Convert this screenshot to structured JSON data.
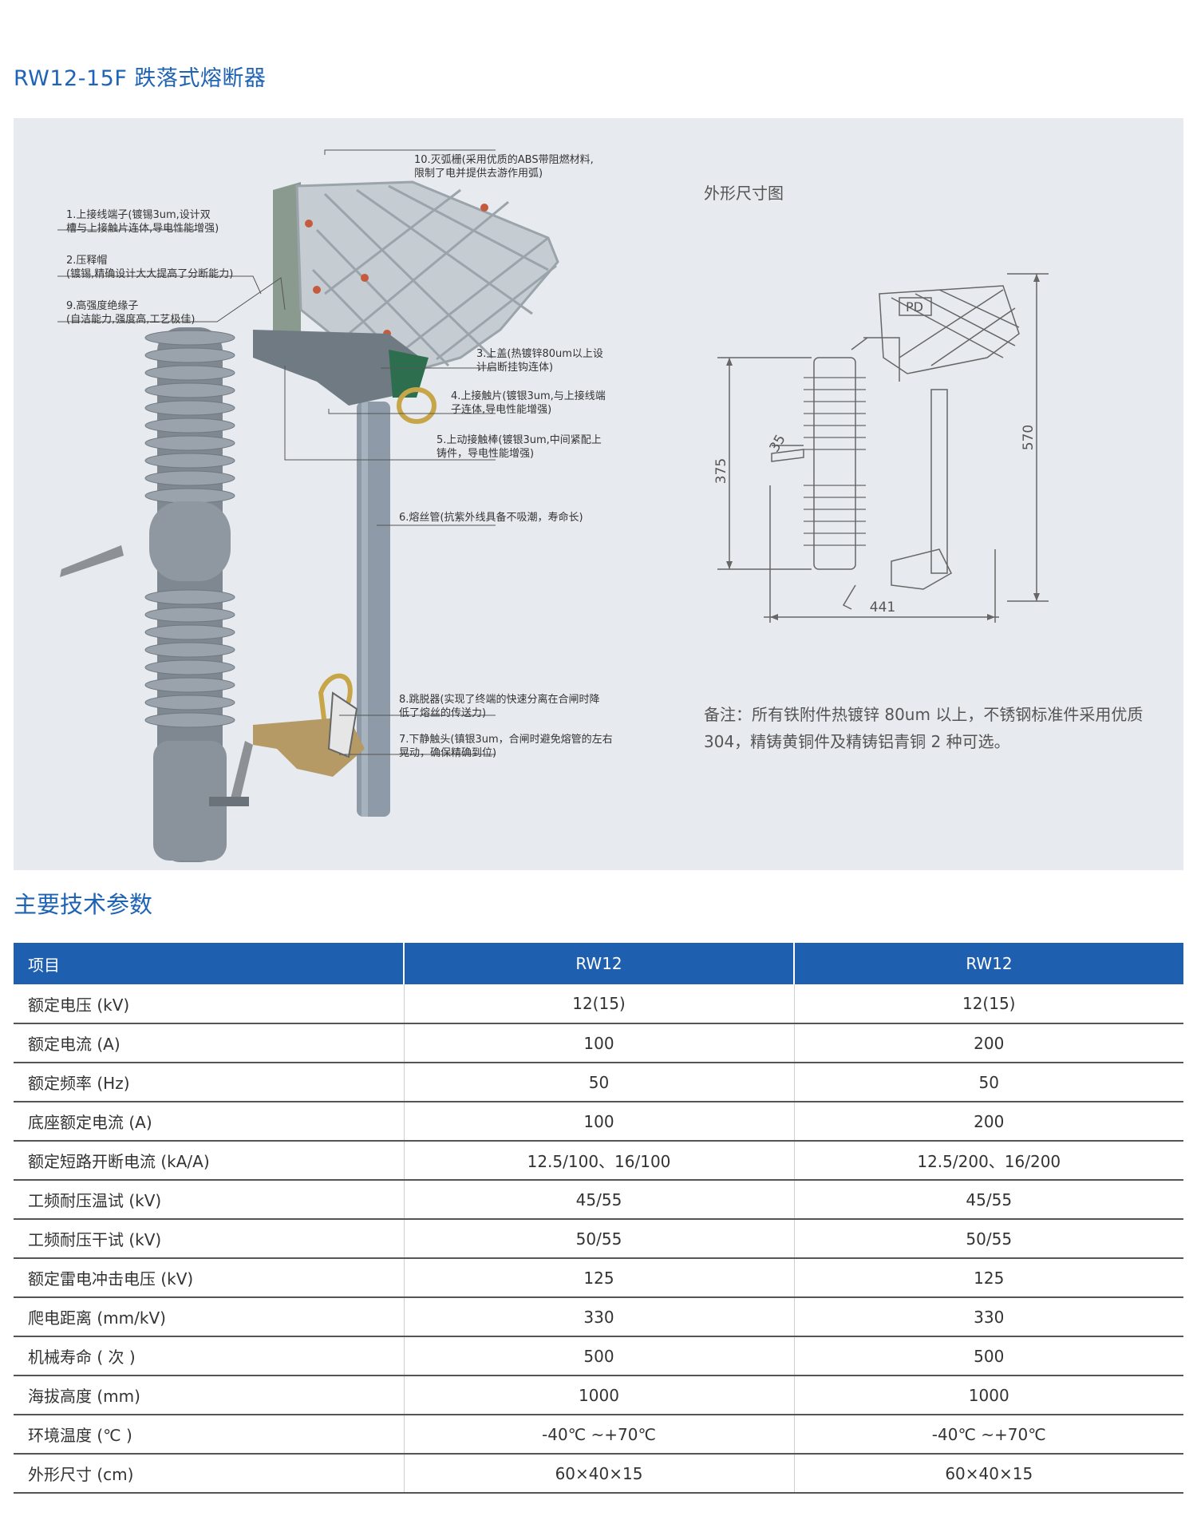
{
  "page_title": "RW12-15F 跌落式熔断器",
  "figure": {
    "callouts": [
      "10.灭弧栅(采用优质的ABS带阻燃材料,\n限制了电并提供去游作用弧)",
      "1.上接线端子(镀锡3um,设计双\n槽与上接触片连体,导电性能增强)",
      "2.压释帽\n(镀锡,精确设计大大提高了分断能力)",
      "9.高强度绝缘子\n(自洁能力,强度高,工艺极佳)",
      "3.上盖(热镀锌80um以上设\n计启断挂钩连体)",
      "4.上接触片(镀银3um,与上接线端\n子连体,导电性能增强)",
      "5.上动接触棒(镀银3um,中间紧配上\n铸件，导电性能增强)",
      "6.熔丝管(抗紫外线具备不吸潮，寿命长)",
      "8.跳脱器(实现了终端的快速分离在合闸时降\n低了熔丝的传送力)",
      "7.下静触头(镇银3um，合闸时避免熔管的左右\n晃动，确保精确到位)"
    ],
    "dimension_title": "外形尺寸图",
    "dimensions": {
      "height_left": "375",
      "offset": "35",
      "height_right": "570",
      "width": "441",
      "cap_mark": "PD"
    },
    "note": "备注：所有铁附件热镀锌 80um 以上，不锈钢标准件采用优质 304，精铸黄铜件及精铸铝青铜 2 种可选。"
  },
  "spec_section_title": "主要技术参数",
  "spec_table": {
    "headers": [
      "项目",
      "RW12",
      "RW12"
    ],
    "rows": [
      [
        "额定电压 (kV)",
        "12(15)",
        "12(15)"
      ],
      [
        "额定电流 (A)",
        "100",
        "200"
      ],
      [
        "额定频率 (Hz)",
        "50",
        "50"
      ],
      [
        "底座额定电流 (A)",
        "100",
        "200"
      ],
      [
        "额定短路开断电流 (kA/A)",
        "12.5/100、16/100",
        "12.5/200、16/200"
      ],
      [
        "工频耐压温试 (kV)",
        "45/55",
        "45/55"
      ],
      [
        "工频耐压干试 (kV)",
        "50/55",
        "50/55"
      ],
      [
        "额定雷电冲击电压 (kV)",
        "125",
        "125"
      ],
      [
        "爬电距离 (mm/kV)",
        "330",
        "330"
      ],
      [
        "机械寿命 ( 次 )",
        "500",
        "500"
      ],
      [
        "海拔高度 (mm)",
        "1000",
        "1000"
      ],
      [
        "环境温度 (℃ )",
        "-40℃ ~+70℃",
        "-40℃ ~+70℃"
      ],
      [
        "外形尺寸 (cm)",
        "60×40×15",
        "60×40×15"
      ]
    ]
  }
}
